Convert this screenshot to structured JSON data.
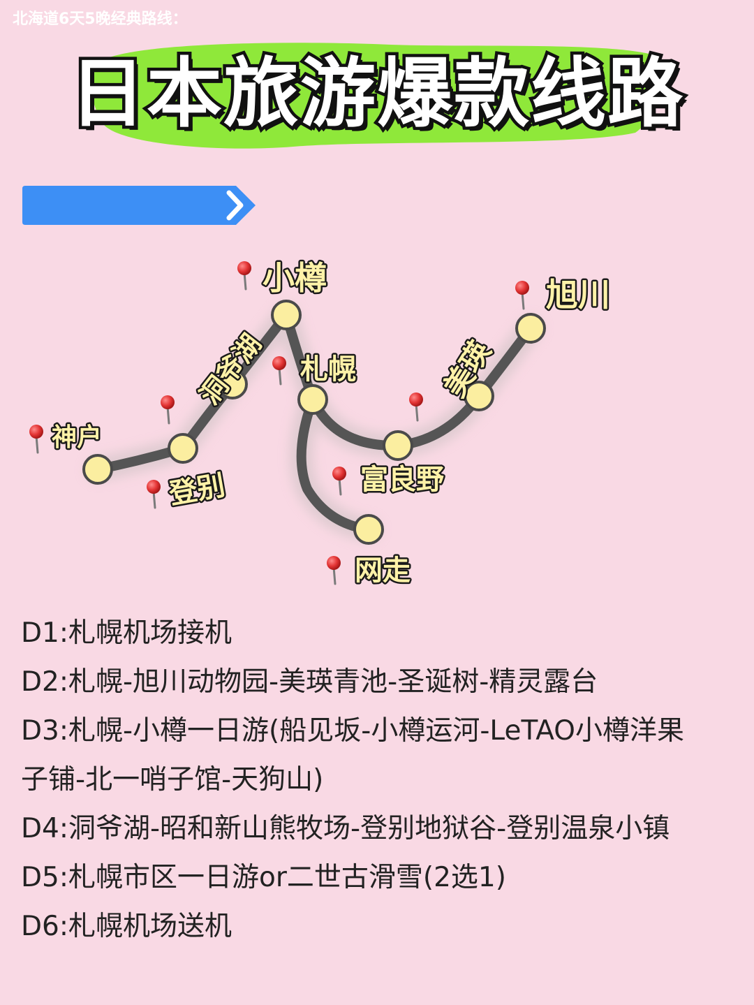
{
  "title": "日本旅游爆款线路",
  "colors": {
    "background": "#f9d9e4",
    "title_highlight": "#8fe83a",
    "banner": "#3d8ff5",
    "route_line": "#555555",
    "node_fill": "#fbeea0",
    "label_fill": "#fff2a8",
    "pin": "#e33434"
  },
  "route_banner": {
    "label": "北海道6天5晚经典路线：",
    "icon": "chevron-right-icon"
  },
  "map": {
    "cities": {
      "kobe": "神户",
      "noboribetsu": "登别",
      "toya": "洞爷湖",
      "otaru": "小樽",
      "sapporo": "札幌",
      "abashiri": "网走",
      "furano": "富良野",
      "biei": "美瑛",
      "asahikawa": "旭川"
    },
    "pin_icon": "map-pin-icon"
  },
  "itinerary": {
    "d1": "D1:札幌机场接机",
    "d2": "D2:札幌-旭川动物园-美瑛青池-圣诞树-精灵露台",
    "d3_line1": "D3:札幌-小樽一日游(船见坂-小樽运河-LeTAO小樽洋果",
    "d3_line2": "子铺-北一哨子馆-天狗山)",
    "d4": "D4:洞爷湖-昭和新山熊牧场-登别地狱谷-登别温泉小镇",
    "d5": "D5:札幌市区一日游or二世古滑雪(2选1)",
    "d6": "D6:札幌机场送机"
  }
}
